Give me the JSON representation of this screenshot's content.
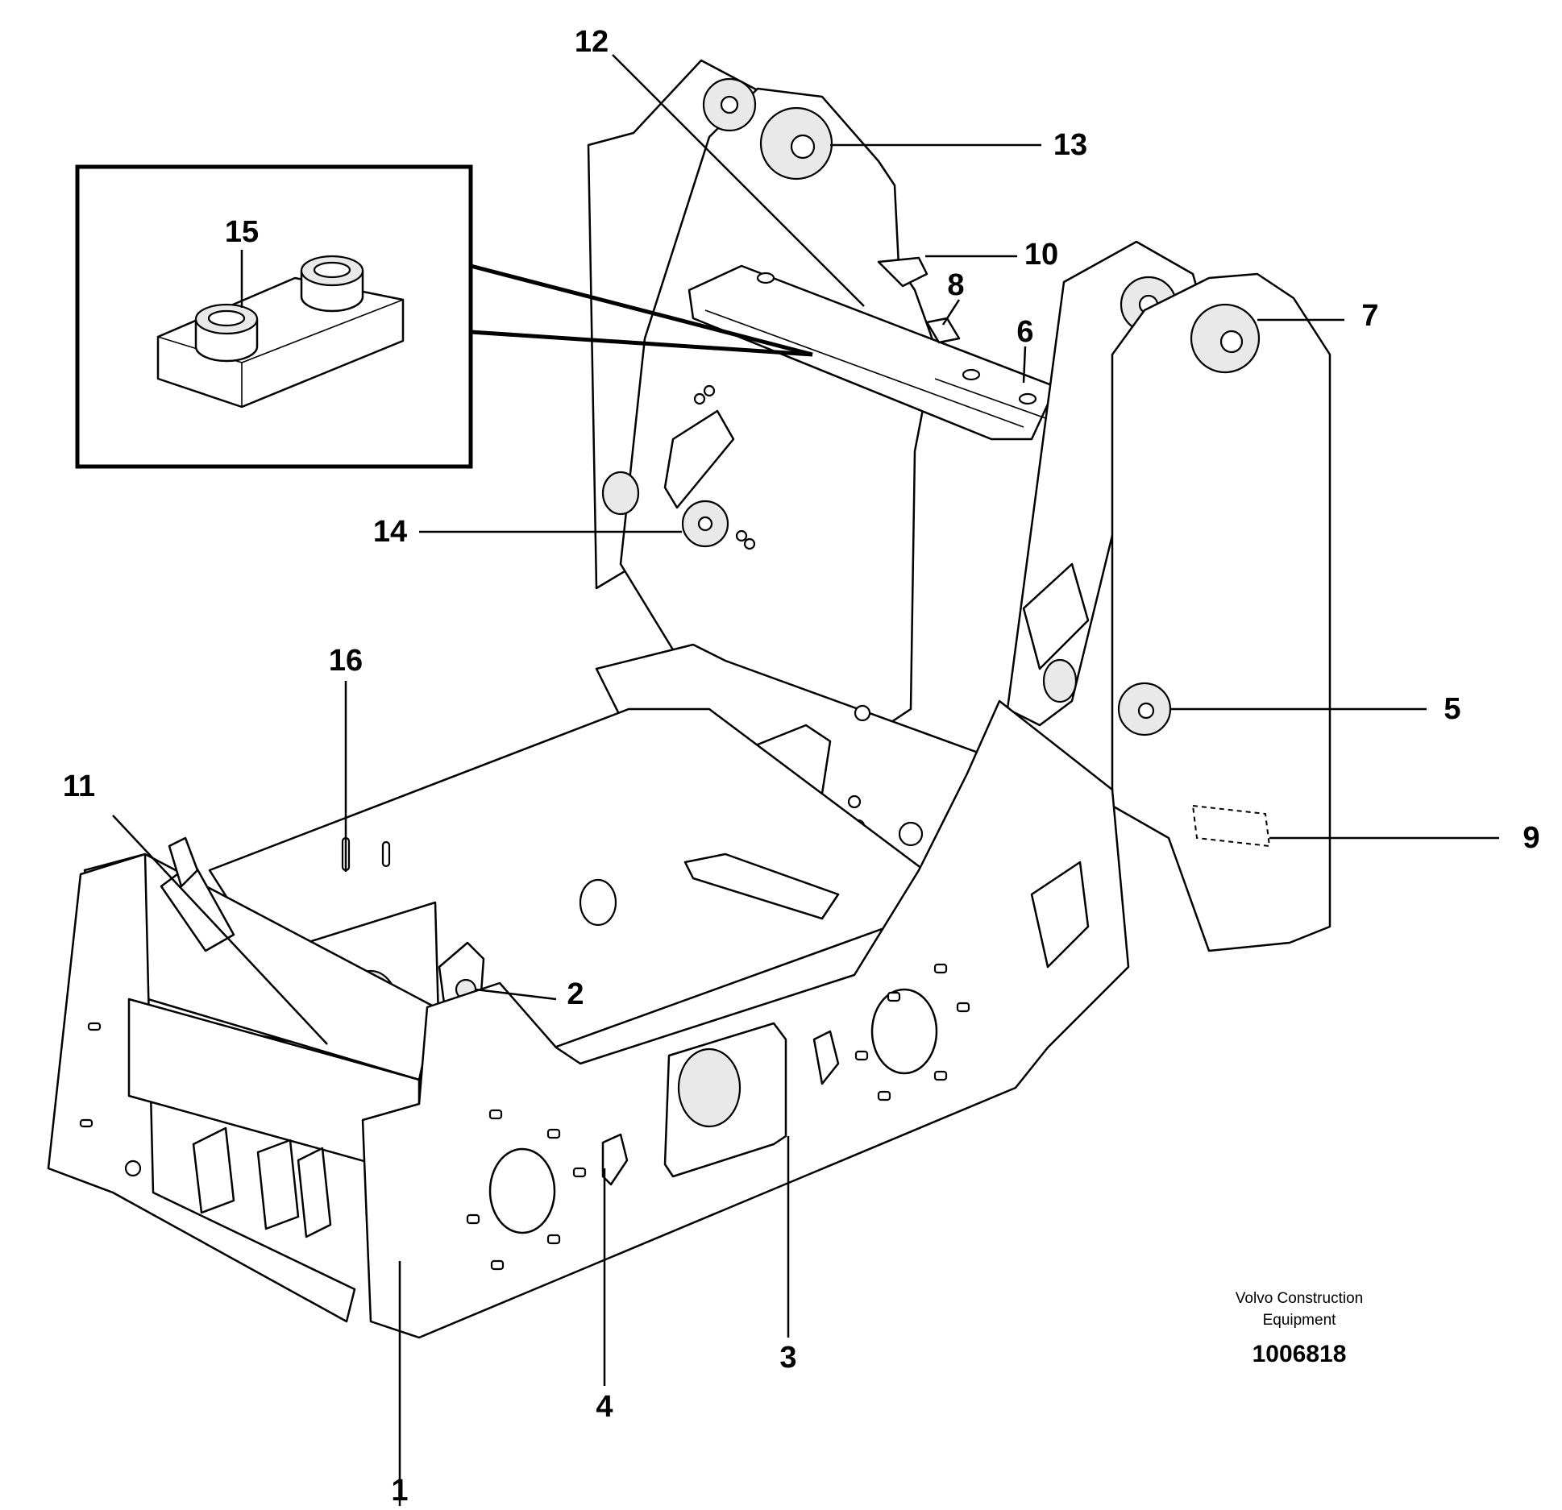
{
  "callouts": [
    {
      "number": "1"
    },
    {
      "number": "2"
    },
    {
      "number": "3"
    },
    {
      "number": "4"
    },
    {
      "number": "5"
    },
    {
      "number": "6"
    },
    {
      "number": "7"
    },
    {
      "number": "8"
    },
    {
      "number": "9"
    },
    {
      "number": "10"
    },
    {
      "number": "11"
    },
    {
      "number": "12"
    },
    {
      "number": "13"
    },
    {
      "number": "14"
    },
    {
      "number": "15"
    },
    {
      "number": "16"
    }
  ],
  "brand": {
    "line1": "Volvo Construction",
    "line2": "Equipment",
    "document_number": "1006818"
  }
}
